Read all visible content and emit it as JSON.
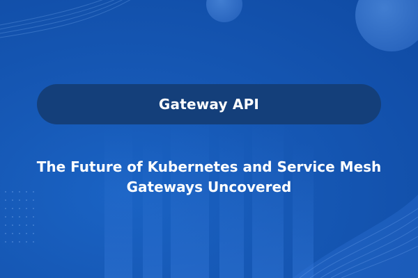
{
  "banner": {
    "tag_label": "Gateway API",
    "headline_line1": "The Future of Kubernetes and Service Mesh",
    "headline_line2": "Gateways Uncovered"
  },
  "colors": {
    "background": "#1658b5",
    "pill": "#143f7a",
    "text": "#ffffff",
    "accent_circle": "#3d78d0"
  }
}
